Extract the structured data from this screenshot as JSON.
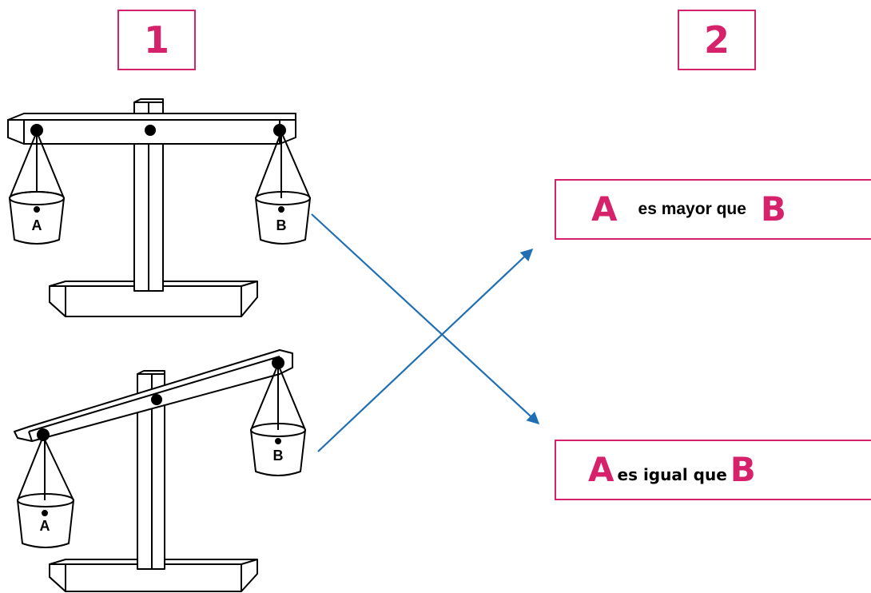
{
  "columns": {
    "left": "1",
    "right": "2"
  },
  "balance_level": {
    "pan_left_label": "A",
    "pan_right_label": "B"
  },
  "balance_tilted": {
    "pan_left_label": "A",
    "pan_right_label": "B"
  },
  "options": [
    {
      "left": "A",
      "text": "es mayor que",
      "right": "B"
    },
    {
      "left": "A",
      "text": "es igual que",
      "right": "B"
    }
  ],
  "colors": {
    "accent": "#d6226b",
    "arrow": "#1f6fb5",
    "line": "#000000"
  },
  "connections": [
    {
      "from": "balance_level",
      "to": "options.1"
    },
    {
      "from": "balance_tilted",
      "to": "options.0"
    }
  ]
}
